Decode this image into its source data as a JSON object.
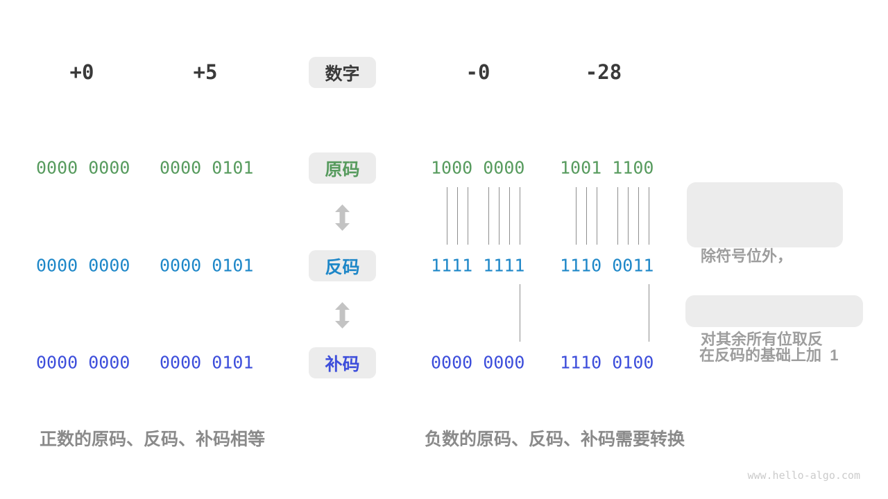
{
  "header": {
    "numbers": [
      "+0",
      "+5",
      "-0",
      "-28"
    ],
    "label": "数字"
  },
  "rows": [
    {
      "id": "sign-magnitude",
      "label": "原码",
      "color": "#579b5e",
      "values": [
        "0000 0000",
        "0000 0101",
        "1000 0000",
        "1001 1100"
      ]
    },
    {
      "id": "ones-complement",
      "label": "反码",
      "color": "#1e87c8",
      "values": [
        "0000 0000",
        "0000 0101",
        "1111 1111",
        "1110 0011"
      ]
    },
    {
      "id": "twos-complement",
      "label": "补码",
      "color": "#3d4edb",
      "values": [
        "0000 0000",
        "0000 0101",
        "0000 0000",
        "1110 0100"
      ]
    }
  ],
  "annotations": [
    {
      "line1": "除符号位外，",
      "line2": "对其余所有位取反"
    },
    {
      "line1": "在反码的基础上加  1"
    }
  ],
  "captions": {
    "positive": "正数的原码、反码、补码相等",
    "negative": "负数的原码、反码、补码需要转换"
  },
  "watermark": "www.hello-algo.com",
  "colors": {
    "number_text": "#3a3a3a",
    "tag_background": "#ececec",
    "annotation_text": "#9d9d9d",
    "caption_text": "#8a8a8a",
    "arrow": "#c3c3c3",
    "connector_line": "#8e8e8e"
  }
}
